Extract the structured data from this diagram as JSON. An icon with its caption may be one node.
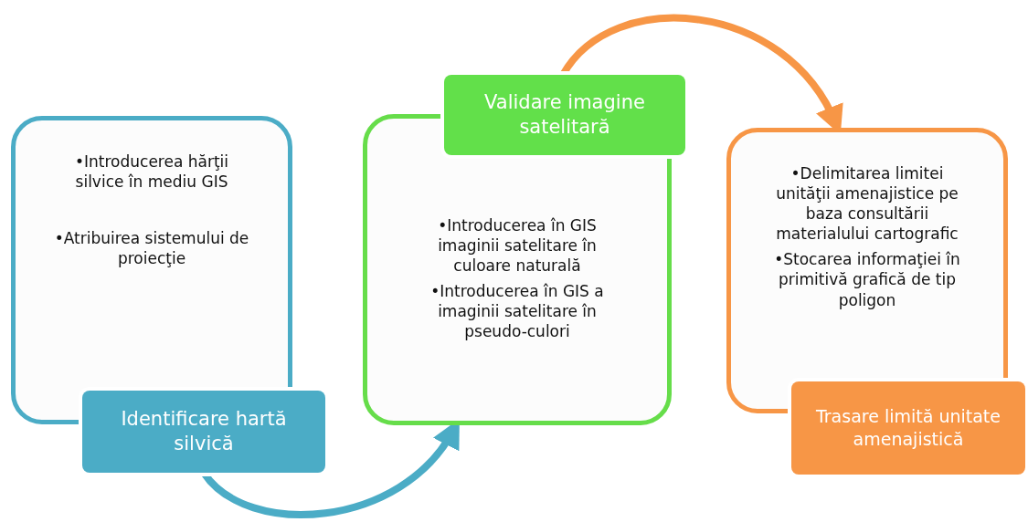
{
  "diagram": {
    "nodes": [
      {
        "text": [
          "•Introducerea hărţii silvice în mediu GIS",
          "•Atribuirea sistemului de proiecţie"
        ]
      },
      {
        "text": [
          "Identificare hartă silvică"
        ]
      },
      {
        "text": [
          "Validare imagine satelitară"
        ]
      },
      {
        "text": [
          "•Introducerea în GIS imaginii satelitare în culoare naturală",
          "•Introducerea în GIS a imaginii satelitare în pseudo-culori"
        ]
      },
      {
        "text": [
          "•Delimitarea limitei unităţii amenajistice pe baza consultării materialului cartografic",
          "•Stocarea informaţiei în primitivă grafică de tip poligon"
        ]
      },
      {
        "text": [
          "Trasare limită unitate amenajistică"
        ]
      }
    ],
    "edges": [
      {
        "from": 1,
        "to": 3,
        "arrow": "to",
        "color": "#4bacc6"
      },
      {
        "from": 2,
        "to": 4,
        "arrow": "to",
        "color": "#f79646"
      }
    ]
  }
}
